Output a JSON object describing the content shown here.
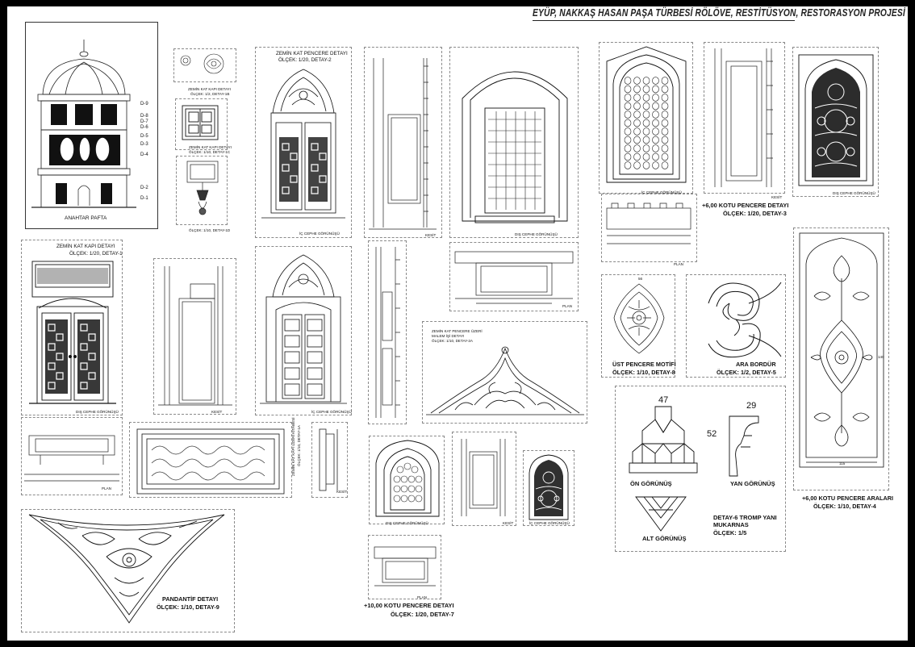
{
  "title": "EYÜP, NAKKAŞ HASAN PAŞA TÜRBESİ RÖLÖVE, RESTİTÜSYON, RESTORASYON PROJESİ",
  "key_plan": {
    "caption": "ANAHTAR PAFTA",
    "markers": [
      "D-9",
      "D-8",
      "D-7",
      "D-6",
      "D-5",
      "D-3",
      "D-4",
      "D-2",
      "D-1"
    ]
  },
  "details": {
    "d1": {
      "name": "ZEMİN KAT KAPI DETAYI",
      "scale": "ÖLÇEK: 1/20, DETAY-1",
      "view": "DIŞ CEPHE GÖRÜNÜŞÜ",
      "plan": "PLAN",
      "section": "KESİT",
      "inner": "İÇ CEPHE GÖRÜNÜŞÜ"
    },
    "d1_small": {
      "name": "ZEMİN KAT KAPI DETAYI",
      "scale_a": "ÖLÇEK: 1/2, DETAY-1B",
      "name_b": "ZEMİN KAT KAPI DETAYI",
      "scale_b": "ÖLÇEK: 1/10, DETAY-1C",
      "scale_c": "ÖLÇEK: 1/10, DETAY-1D"
    },
    "d1_side": {
      "name": "ZEMİN KAT KAPI ÜZERİ KİTABESİ",
      "scale": "ÖLÇEK: 1/10, DETAY-1A"
    },
    "d2": {
      "name": "ZEMİN KAT PENCERE DETAYI",
      "scale": "ÖLÇEK: 1/20, DETAY-2",
      "view": "İÇ CEPHE GÖRÜNÜŞÜ",
      "view_b": "DIŞ CEPHE GÖRÜNÜŞÜ",
      "section": "KESİT",
      "plan": "PLAN"
    },
    "d2a": {
      "name": "ZEMİN KAT PENCERE ÜZERİ",
      "name2": "MALEM İŞİ DETAYI",
      "scale": "ÖLÇEK: 1/10, DETAY-2A"
    },
    "d3": {
      "name": "+6,00 KOTU PENCERE DETAYI",
      "scale": "ÖLÇEK: 1/20, DETAY-3",
      "view": "İÇ CEPHE GÖRÜNÜŞÜ",
      "view_b": "DIŞ CEPHE GÖRÜNÜŞÜ",
      "section": "KESİT",
      "plan": "PLAN"
    },
    "d4": {
      "name": "+6,00 KOTU PENCERE ARALARI",
      "scale": "ÖLÇEK: 1/10, DETAY-4",
      "dim_w": "115",
      "dim_h": "140"
    },
    "d5": {
      "name": "ARA BORDÜR",
      "scale": "ÖLÇEK: 1/2, DETAY-5"
    },
    "d6": {
      "name": "DETAY-6 TROMP YANI",
      "name2": "MUKARNAS",
      "scale": "ÖLÇEK: 1/5",
      "front": "ÖN GÖRÜNÜŞ",
      "side": "YAN GÖRÜNÜŞ",
      "bottom": "ALT GÖRÜNÜŞ",
      "dim_front": "47",
      "dim_side": "29",
      "dim_height": "52"
    },
    "d7": {
      "name": "+10,00 KOTU PENCERE DETAYI",
      "scale": "ÖLÇEK: 1/20, DETAY-7",
      "view": "DIŞ CEPHE GÖRÜNÜŞÜ",
      "view_b": "İÇ CEPHE GÖRÜNÜŞÜ",
      "section": "KESİT",
      "plan": "PLAN"
    },
    "d8": {
      "name": "ÜST PENCERE MOTİFİ",
      "scale": "ÖLÇEK: 1/10, DETAY-8",
      "dim": "56"
    },
    "d9": {
      "name": "PANDANTİF DETAYI",
      "scale": "ÖLÇEK: 1/10, DETAY-9"
    }
  },
  "colors": {
    "ink": "#1a1a1a",
    "paper": "#ffffff",
    "frame": "#000000",
    "dash": "#8a8a8a"
  }
}
